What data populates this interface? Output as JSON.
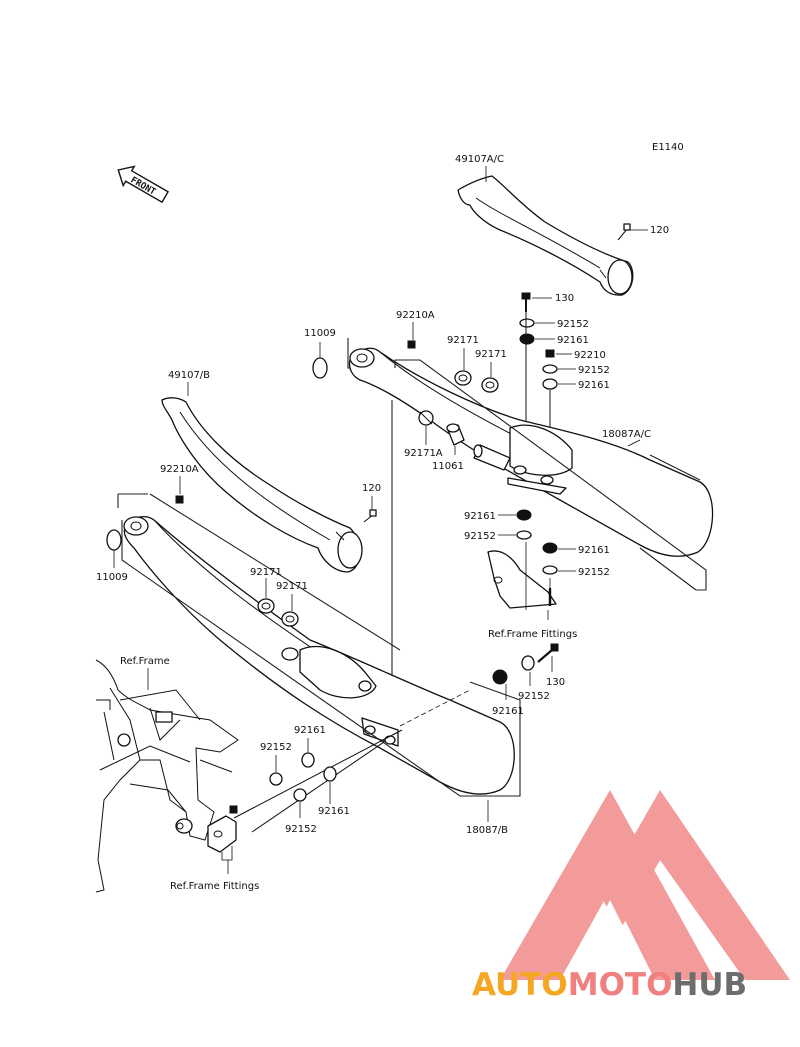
{
  "diagram": {
    "code": "E1140",
    "front_label": "FRONT",
    "labels": {
      "cover_rear": "49107A/C",
      "bolt_120_top": "120",
      "bolt_130_top": "130",
      "washer_92152_a": "92152",
      "collar_92161_a": "92161",
      "nut_92210": "92210",
      "washer_92152_b": "92152",
      "collar_92161_b": "92161",
      "gasket_11009_top": "11009",
      "nut_92210A_top": "92210A",
      "clamp_92171_a": "92171",
      "clamp_92171_b": "92171",
      "clamp_92171A": "92171A",
      "pipe_11061": "11061",
      "muffler_top": "18087A/C",
      "cover_front": "49107/B",
      "nut_92210A_bottom": "92210A",
      "bolt_120_bottom": "120",
      "gasket_11009_bottom": "11009",
      "collar_92161_c": "92161",
      "washer_92152_c": "92152",
      "collar_92161_d": "92161",
      "washer_92152_d": "92152",
      "clamp_92171_c": "92171",
      "clamp_92171_d": "92171",
      "ref_fittings_top": "Ref.Frame Fittings",
      "ref_frame": "Ref.Frame",
      "bolt_130_bottom": "130",
      "washer_92152_e": "92152",
      "collar_92161_e": "92161",
      "collar_92161_f": "92161",
      "washer_92152_f": "92152",
      "collar_92161_g": "92161",
      "washer_92152_g": "92152",
      "muffler_bottom": "18087/B",
      "ref_fittings_bottom": "Ref.Frame Fittings"
    }
  },
  "watermark": {
    "part1": "AUTO",
    "part2": "MOTO",
    "part3": "HUB",
    "colors": {
      "orange": "#f5a623",
      "red": "#f08080",
      "gray": "#6d6d6d"
    }
  }
}
